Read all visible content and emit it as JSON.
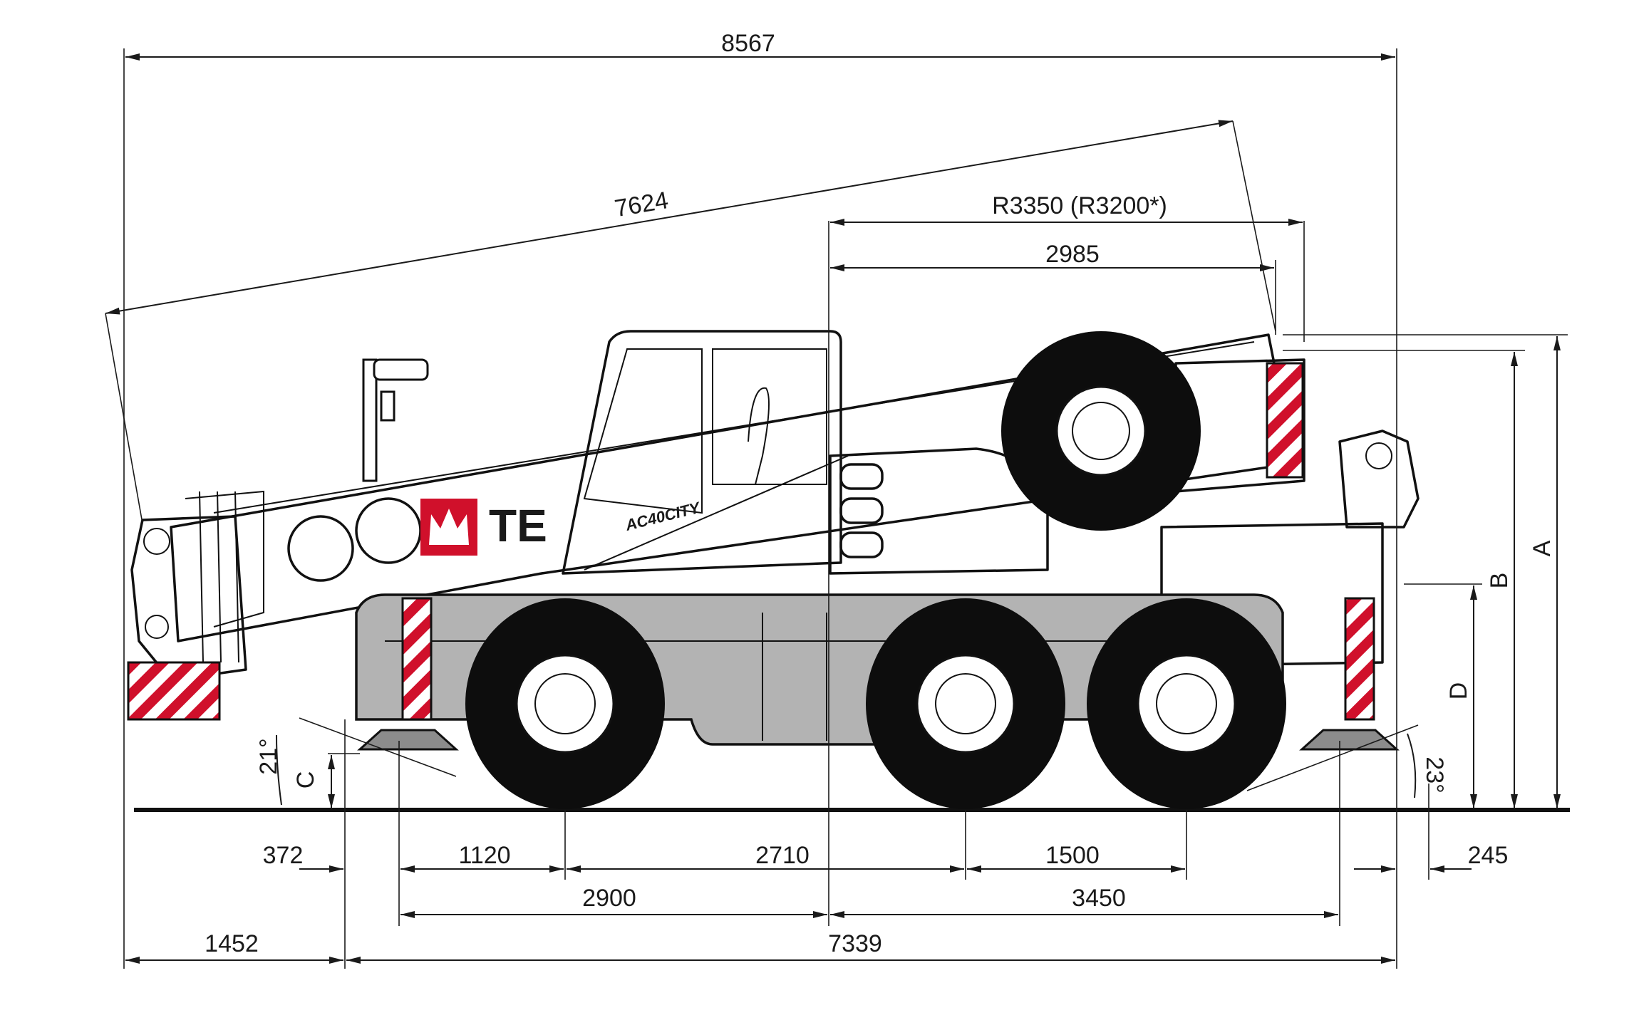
{
  "colors": {
    "ink": "#111111",
    "chassis": "#b3b3b3",
    "body": "#ffffff",
    "warning": "#d0102b",
    "tire": "#0d0d0d"
  },
  "crane": {
    "logo_letters": "TE",
    "model_badge": "AC40CITY"
  },
  "dimensions": {
    "overall_length": "8567",
    "boom_length": "7624",
    "tail_radius": "R3350 (R3200*)",
    "tail_swing": "2985",
    "front_overhang_angle_ext": "372",
    "front_axle_offset": "1120",
    "axle1_to_axle2": "2710",
    "axle2_to_axle3": "1500",
    "rear_offset": "245",
    "outrigger_front": "2900",
    "outrigger_rear": "3450",
    "boom_overhang": "1452",
    "vehicle_length": "7339",
    "approach_angle": "21°",
    "departure_angle": "23°",
    "label_a": "A",
    "label_b": "B",
    "label_c": "C",
    "label_d": "D"
  }
}
